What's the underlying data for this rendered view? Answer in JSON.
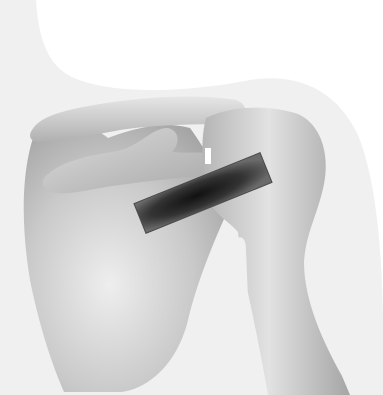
{
  "figure": {
    "subject": "shoulder-joint-illustration",
    "colors": {
      "background": "#ffffff",
      "skin_silhouette": "#f0f0f0",
      "bone_light": "#e9e9e9",
      "bone_mid": "#c4c4c4",
      "bone_dark": "#9a9a9a",
      "implant_center": "#111111",
      "implant_edge": "#6a6a6a",
      "implant_border": "#4a4a4a"
    },
    "parts": [
      {
        "name": "body-silhouette",
        "icon": "silhouette-shape"
      },
      {
        "name": "scapula",
        "icon": "bone-shape"
      },
      {
        "name": "clavicle",
        "icon": "bone-shape"
      },
      {
        "name": "humerus",
        "icon": "bone-shape"
      },
      {
        "name": "acromion",
        "icon": "bone-shape"
      },
      {
        "name": "implant-plate",
        "icon": "rectangle-plate"
      }
    ]
  }
}
